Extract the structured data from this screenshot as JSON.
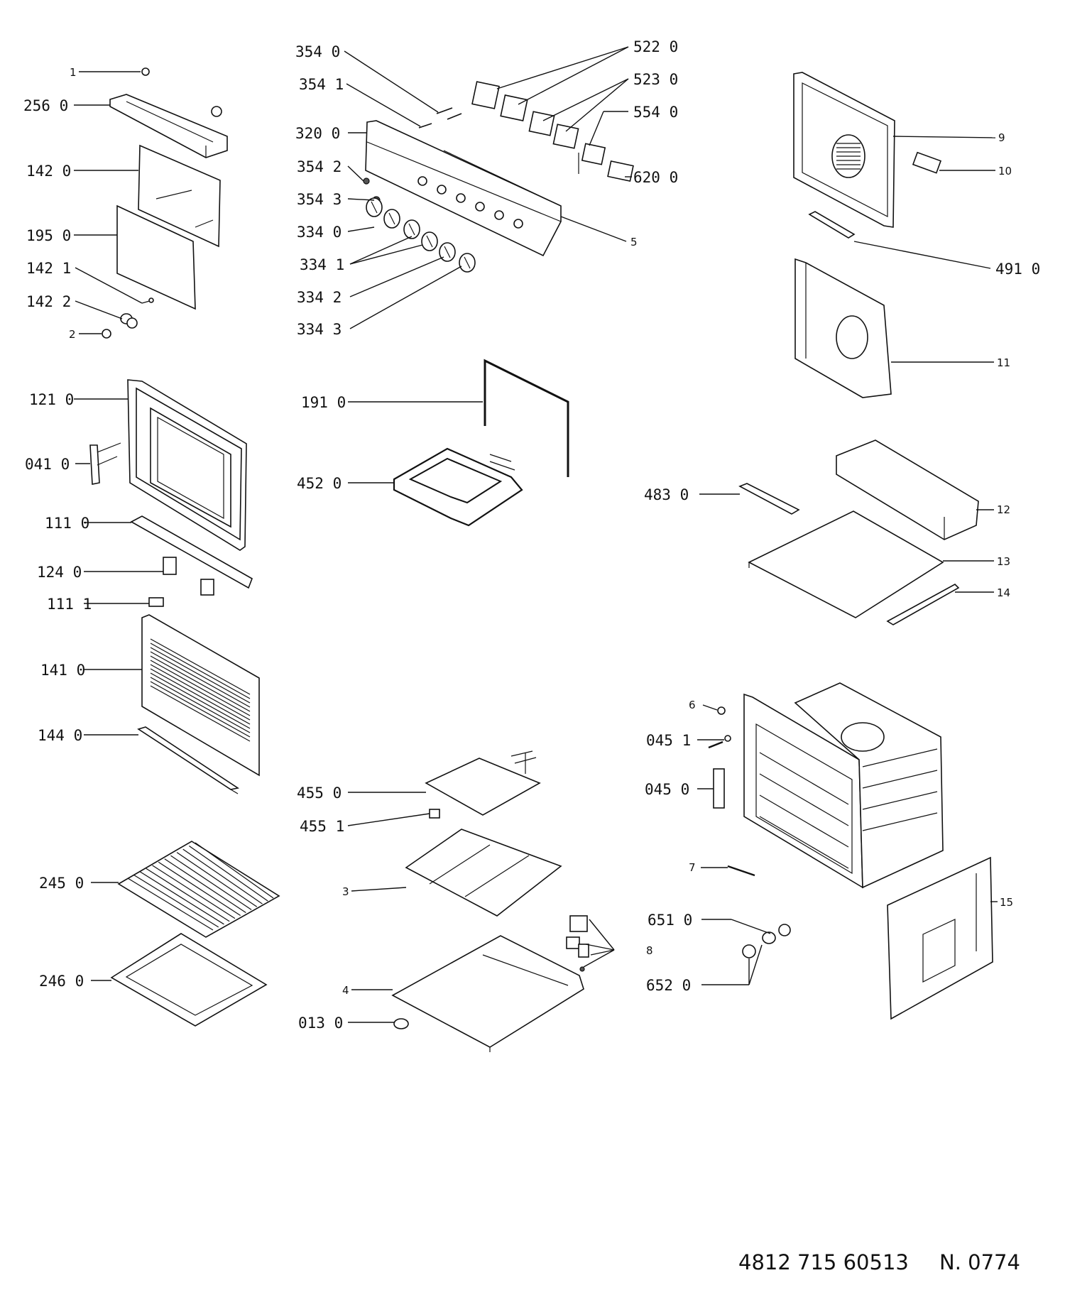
{
  "labels": {
    "l1": "1",
    "l2560": "256 0",
    "l1420": "142 0",
    "l1950": "195 0",
    "l1421": "142 1",
    "l1422": "142 2",
    "l2": "2",
    "l1210": "121 0",
    "l0410": "041 0",
    "l1110": "111 0",
    "l1240": "124 0",
    "l1111": "111 1",
    "l1410": "141 0",
    "l1440": "144 0",
    "l2450": "245 0",
    "l2460": "246 0",
    "l3540": "354 0",
    "l3541": "354 1",
    "l3200": "320 0",
    "l3542": "354 2",
    "l3543": "354 3",
    "l3340": "334 0",
    "l3341": "334 1",
    "l3342": "334 2",
    "l3343": "334 3",
    "l1910": "191 0",
    "l4520": "452 0",
    "l4550": "455 0",
    "l4551": "455 1",
    "l3": "3",
    "l4": "4",
    "l0130": "013 0",
    "l5220": "522 0",
    "l5230": "523 0",
    "l5540": "554 0",
    "l6200": "620 0",
    "l5": "5",
    "l9": "9",
    "l10": "10",
    "l4910": "491 0",
    "l11": "11",
    "l4830": "483 0",
    "l12": "12",
    "l13": "13",
    "l14": "14",
    "l6": "6",
    "l0451": "045 1",
    "l0450": "045 0",
    "l7": "7",
    "l6510": "651 0",
    "l6520": "652 0",
    "l8": "8",
    "l15": "15"
  },
  "footer": {
    "part_number": "4812 715 60513",
    "sheet": "N.  0774"
  }
}
